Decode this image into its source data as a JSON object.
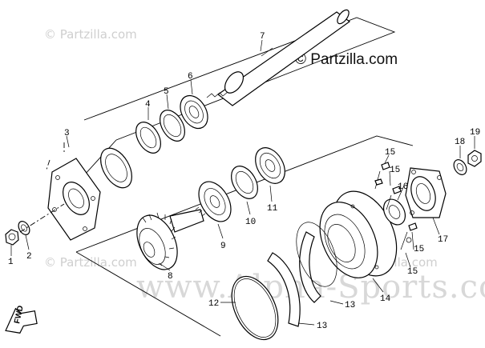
{
  "watermarks": {
    "corner": "© Partzilla.com",
    "faint": [
      "© Partzilla.com",
      "© Partzilla.com",
      "© Partzilla.com"
    ],
    "big": "www.Alpha-Sports.com"
  },
  "forward_marker": "FWD",
  "labels": {
    "p1": "1",
    "p2": "2",
    "p3": "3",
    "p4": "4",
    "p5": "5",
    "p6": "6",
    "p7": "7",
    "p8": "8",
    "p9": "9",
    "p10": "10",
    "p11": "11",
    "p12": "12",
    "p13a": "13",
    "p13b": "13",
    "p14": "14",
    "p15a": "15",
    "p15b": "15",
    "p15c": "15",
    "p15d": "15",
    "p16": "16",
    "p17": "17",
    "p18": "18",
    "p19": "19"
  }
}
